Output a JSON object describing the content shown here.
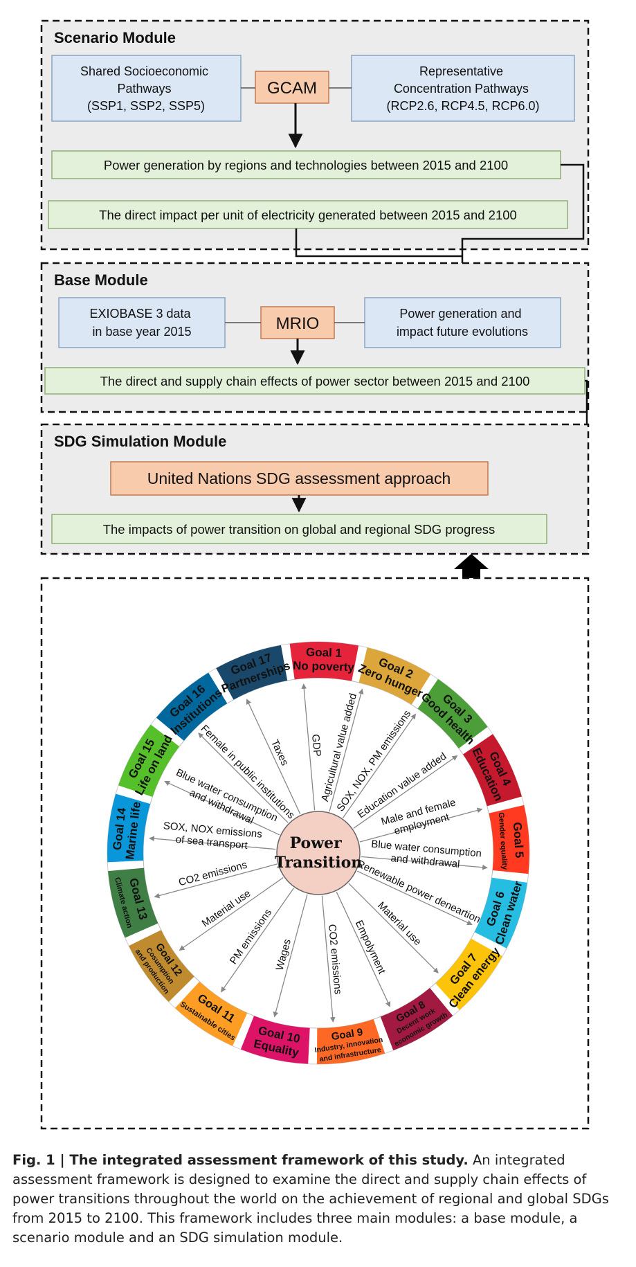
{
  "scenario_module": {
    "title": "Scenario Module",
    "ssp": [
      "Shared Socioeconomic",
      "Pathways",
      "(SSP1, SSP2, SSP5)"
    ],
    "gcam": "GCAM",
    "rcp": [
      "Representative",
      "Concentration Pathways",
      "(RCP2.6, RCP4.5, RCP6.0)"
    ],
    "power_generation": "Power generation by regions and technologies between 2015 and 2100",
    "direct_impact": "The direct impact per unit of electricity generated between 2015 and 2100"
  },
  "base_module": {
    "title": "Base Module",
    "exiobase": [
      "EXIOBASE 3 data",
      "in base year 2015"
    ],
    "mrio": "MRIO",
    "power_future": [
      "Power generation and",
      "impact future evolutions"
    ],
    "effects": "The direct and supply chain effects of power sector between 2015 and 2100"
  },
  "sdg_module": {
    "title": "SDG Simulation Module",
    "un_approach": "United Nations SDG assessment approach",
    "impacts": "The impacts of power transition on global and regional SDG progress"
  },
  "wheel": {
    "center": [
      "Power",
      "Transition"
    ],
    "goals": [
      {
        "label": [
          "Goal 1",
          "No poverty"
        ],
        "color": "#e5243b"
      },
      {
        "label": [
          "Goal 2",
          "Zero hunger"
        ],
        "color": "#dda63a"
      },
      {
        "label": [
          "Goal 3",
          "Good health"
        ],
        "color": "#4c9f38"
      },
      {
        "label": [
          "Goal 4",
          "Education"
        ],
        "color": "#c5192d"
      },
      {
        "label": [
          "Goal 5",
          "Gender equality"
        ],
        "color": "#ff3a21"
      },
      {
        "label": [
          "Goal 6",
          "Clean water"
        ],
        "color": "#26bde2"
      },
      {
        "label": [
          "Goal 7",
          "Clean energy"
        ],
        "color": "#fcc30b"
      },
      {
        "label": [
          "Goal 8",
          "Decent work",
          "economic growth"
        ],
        "color": "#a21942"
      },
      {
        "label": [
          "Goal 9",
          "Industry, innovation",
          "and infrastructure"
        ],
        "color": "#fd6925"
      },
      {
        "label": [
          "Goal 10",
          "Equality"
        ],
        "color": "#dd1367"
      },
      {
        "label": [
          "Goal 11",
          "Sustainable cities"
        ],
        "color": "#fd9d24"
      },
      {
        "label": [
          "Goal 12",
          "Cosumption",
          "and production"
        ],
        "color": "#bf8b2e"
      },
      {
        "label": [
          "Goal 13",
          "Climate action"
        ],
        "color": "#3f7e44"
      },
      {
        "label": [
          "Goal 14",
          "Marine life"
        ],
        "color": "#0a97d9"
      },
      {
        "label": [
          "Goal 15",
          "Life on land"
        ],
        "color": "#56c02b"
      },
      {
        "label": [
          "Goal 16",
          "Institutions"
        ],
        "color": "#00689d"
      },
      {
        "label": [
          "Goal 17",
          "Partnerships"
        ],
        "color": "#19486a"
      }
    ],
    "indicators": [
      [
        "GDP"
      ],
      [
        "Agricultural value added"
      ],
      [
        "SOX, NOX, PM emissions"
      ],
      [
        "Education value added"
      ],
      [
        "Male and female",
        "employment"
      ],
      [
        "Blue water consumption",
        "and withdrawal"
      ],
      [
        "Renewable power deneartion"
      ],
      [
        "Material use"
      ],
      [
        "Empolyment"
      ],
      [
        "CO2 emissions"
      ],
      [
        "Wages"
      ],
      [
        "PM emissions"
      ],
      [
        "Material use"
      ],
      [
        "CO2 emissions"
      ],
      [
        "SOX, NOX emissions",
        "of sea transport"
      ],
      [
        "Blue water consumption",
        "and withdrawal"
      ],
      [
        "Female in public institutions"
      ],
      [
        "Taxes"
      ]
    ]
  },
  "caption": {
    "lead": "Fig. 1 | The integrated assessment framework of this study.",
    "text": " An integrated assessment framework is designed to examine the direct and supply chain effects of power transitions throughout the world on the achievement of regional and global SDGs from 2015 to 2100. This framework includes three main modules: a base module, a scenario module and an SDG simulation module."
  }
}
